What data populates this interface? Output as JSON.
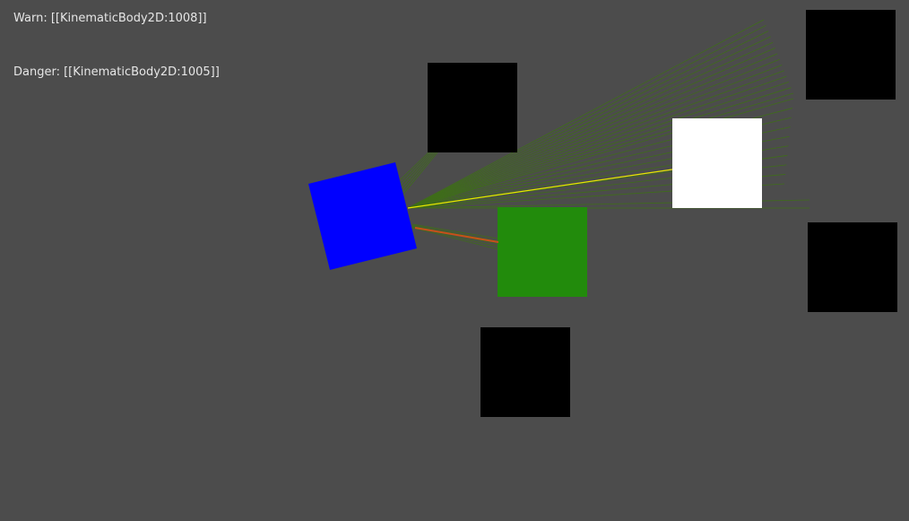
{
  "hud": {
    "warn_text": "Warn: [[KinematicBody2D:1008]]",
    "danger_text": "Danger: [[KinematicBody2D:1005]]"
  },
  "colors": {
    "background": "#4c4c4c",
    "player": "#0000ff",
    "obstacle": "#000000",
    "warn_body": "#ffffff",
    "danger_body": "#228b0c",
    "ray_normal": "#3f6d1a",
    "ray_warn": "#e6e600",
    "ray_danger": "#c8501a"
  },
  "scene": {
    "player_icon": "rotated-square",
    "obstacle_icon": "square"
  }
}
